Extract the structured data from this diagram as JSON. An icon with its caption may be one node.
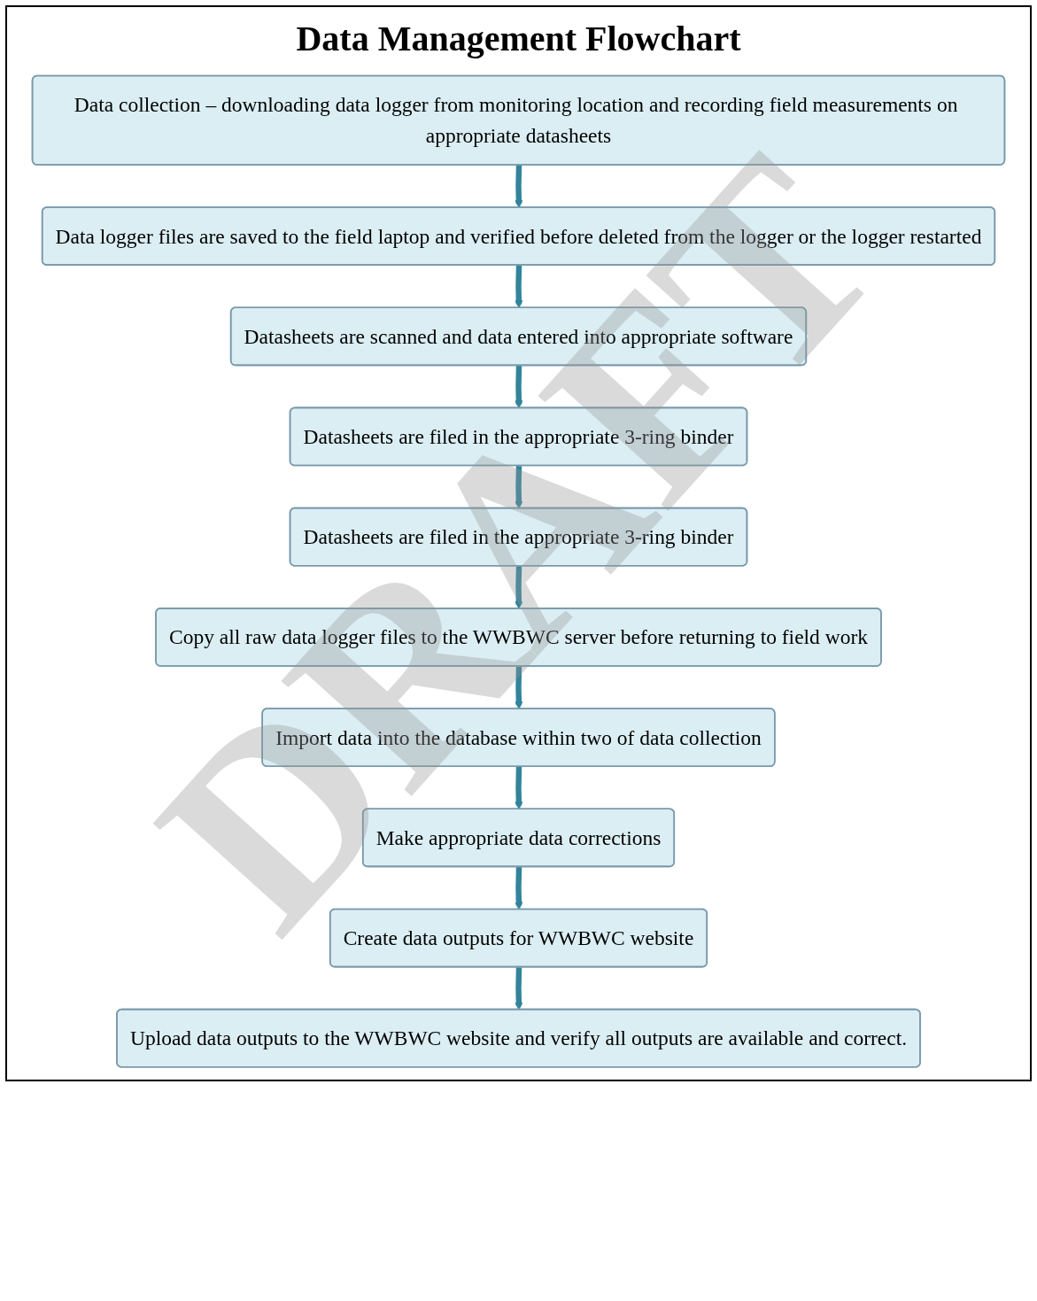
{
  "diagram": {
    "title": "Data Management Flowchart",
    "nodes": [
      {
        "text": [
          "Data collection – downloading data logger from monitoring location and recording field measurements on appropriate datasheets"
        ]
      },
      {
        "text": [
          "Data logger files are saved to the field laptop and verified before deleted from the logger or the logger restarted"
        ]
      },
      {
        "text": [
          "Datasheets are scanned and data entered into appropriate software"
        ]
      },
      {
        "text": [
          "Datasheets are filed in the appropriate 3-ring binder"
        ]
      },
      {
        "text": [
          "Datasheets are filed in the appropriate 3-ring binder"
        ]
      },
      {
        "text": [
          "Copy all raw data logger files to the WWBWC server before returning to field work"
        ]
      },
      {
        "text": [
          "Import data into the database within two of data collection"
        ]
      },
      {
        "text": [
          "Make appropriate data corrections"
        ]
      },
      {
        "text": [
          "Create data outputs for WWBWC website"
        ]
      },
      {
        "text": [
          "Upload data outputs to the WWBWC website and verify all outputs are available and correct."
        ]
      }
    ],
    "edges": [
      {
        "from": 0,
        "to": 1,
        "arrow": "to"
      },
      {
        "from": 1,
        "to": 2,
        "arrow": "to"
      },
      {
        "from": 2,
        "to": 3,
        "arrow": "to"
      },
      {
        "from": 3,
        "to": 4,
        "arrow": "to"
      },
      {
        "from": 4,
        "to": 5,
        "arrow": "to"
      },
      {
        "from": 5,
        "to": 6,
        "arrow": "to"
      },
      {
        "from": 6,
        "to": 7,
        "arrow": "to"
      },
      {
        "from": 7,
        "to": 8,
        "arrow": "to"
      },
      {
        "from": 8,
        "to": 9,
        "arrow": "to"
      }
    ],
    "labels": [
      "DRAFT"
    ]
  }
}
